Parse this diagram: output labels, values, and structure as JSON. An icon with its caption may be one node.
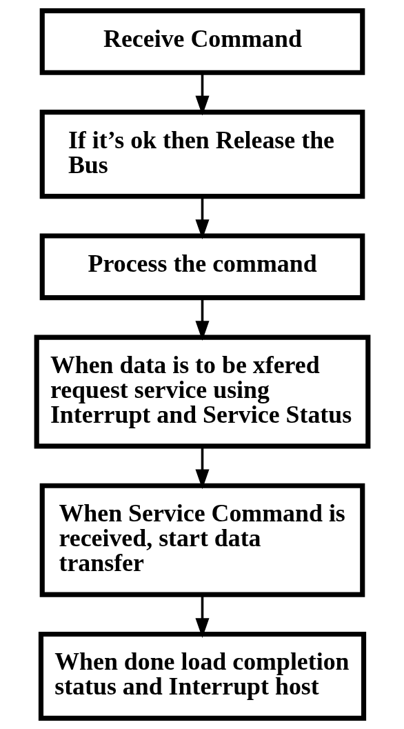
{
  "diagram": {
    "nodes": [
      {
        "text": [
          "Receive Command"
        ]
      },
      {
        "text": [
          "If it’s ok then Release the Bus"
        ]
      },
      {
        "text": [
          "Process the command"
        ]
      },
      {
        "text": [
          "When data is to be xfered request service using Interrupt and Service Status"
        ]
      },
      {
        "text": [
          "When Service Command is received, start data transfer"
        ]
      },
      {
        "text": [
          "When done load completion status and Interrupt host"
        ]
      }
    ],
    "edges": [
      {
        "from": 0,
        "to": 1,
        "arrow": "to"
      },
      {
        "from": 1,
        "to": 2,
        "arrow": "to"
      },
      {
        "from": 2,
        "to": 3,
        "arrow": "to"
      },
      {
        "from": 3,
        "to": 4,
        "arrow": "to"
      },
      {
        "from": 4,
        "to": 5,
        "arrow": "to"
      }
    ]
  }
}
